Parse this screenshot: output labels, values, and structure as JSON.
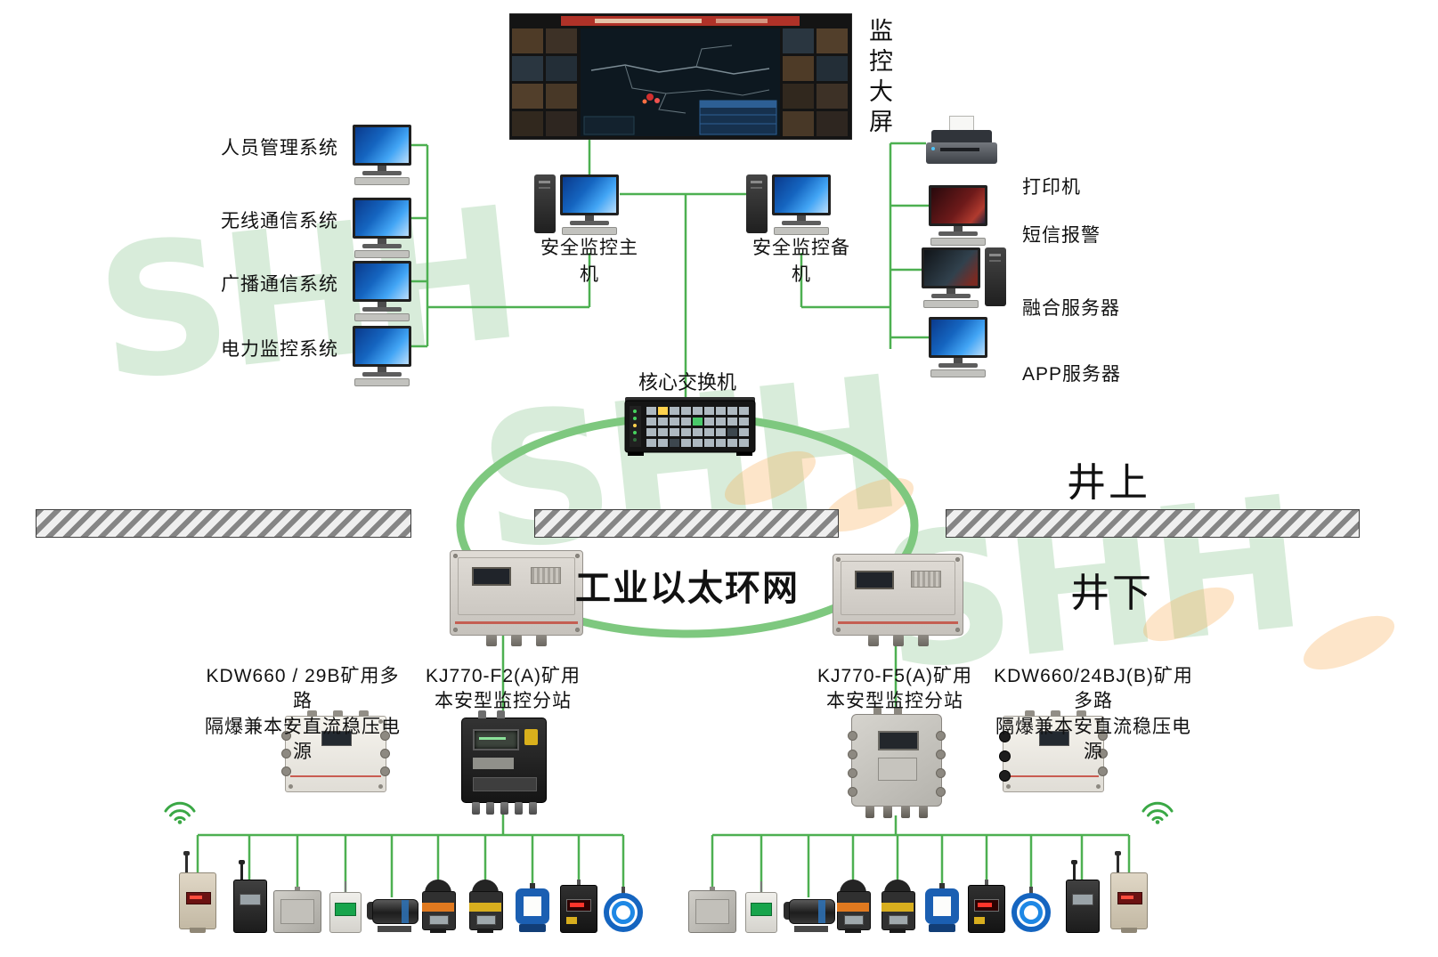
{
  "watermark": {
    "text": "SHH"
  },
  "colors": {
    "connector_green": "#4db051",
    "ring_green": "#7ec87f",
    "accent_red": "#c23b2e",
    "hatch_gray": "#858585"
  },
  "big_screen": {
    "label": "监控大屏"
  },
  "surface": {
    "zone_label": "井上",
    "left_systems": [
      {
        "label": "人员管理系统"
      },
      {
        "label": "无线通信系统"
      },
      {
        "label": "广播通信系统"
      },
      {
        "label": "电力监控系统"
      }
    ],
    "hosts": {
      "main": "安全监控主机",
      "backup": "安全监控备机"
    },
    "right_systems": [
      {
        "label": "打印机"
      },
      {
        "label": "短信报警"
      },
      {
        "label": "融合服务器"
      },
      {
        "label": "APP服务器"
      }
    ]
  },
  "network": {
    "core_switch": "核心交换机",
    "ring": "工业以太环网"
  },
  "underground": {
    "zone_label": "井下",
    "left_power": {
      "line1": "KDW660 / 29B矿用多路",
      "line2": "隔爆兼本安直流稳压电源"
    },
    "left_station": {
      "line1": "KJ770-F2(A)矿用",
      "line2": "本安型监控分站"
    },
    "right_station": {
      "line1": "KJ770-F5(A)矿用",
      "line2": "本安型监控分站"
    },
    "right_power": {
      "line1": "KDW660/24BJ(B)矿用多路",
      "line2": "隔爆兼本安直流稳压电源"
    }
  }
}
